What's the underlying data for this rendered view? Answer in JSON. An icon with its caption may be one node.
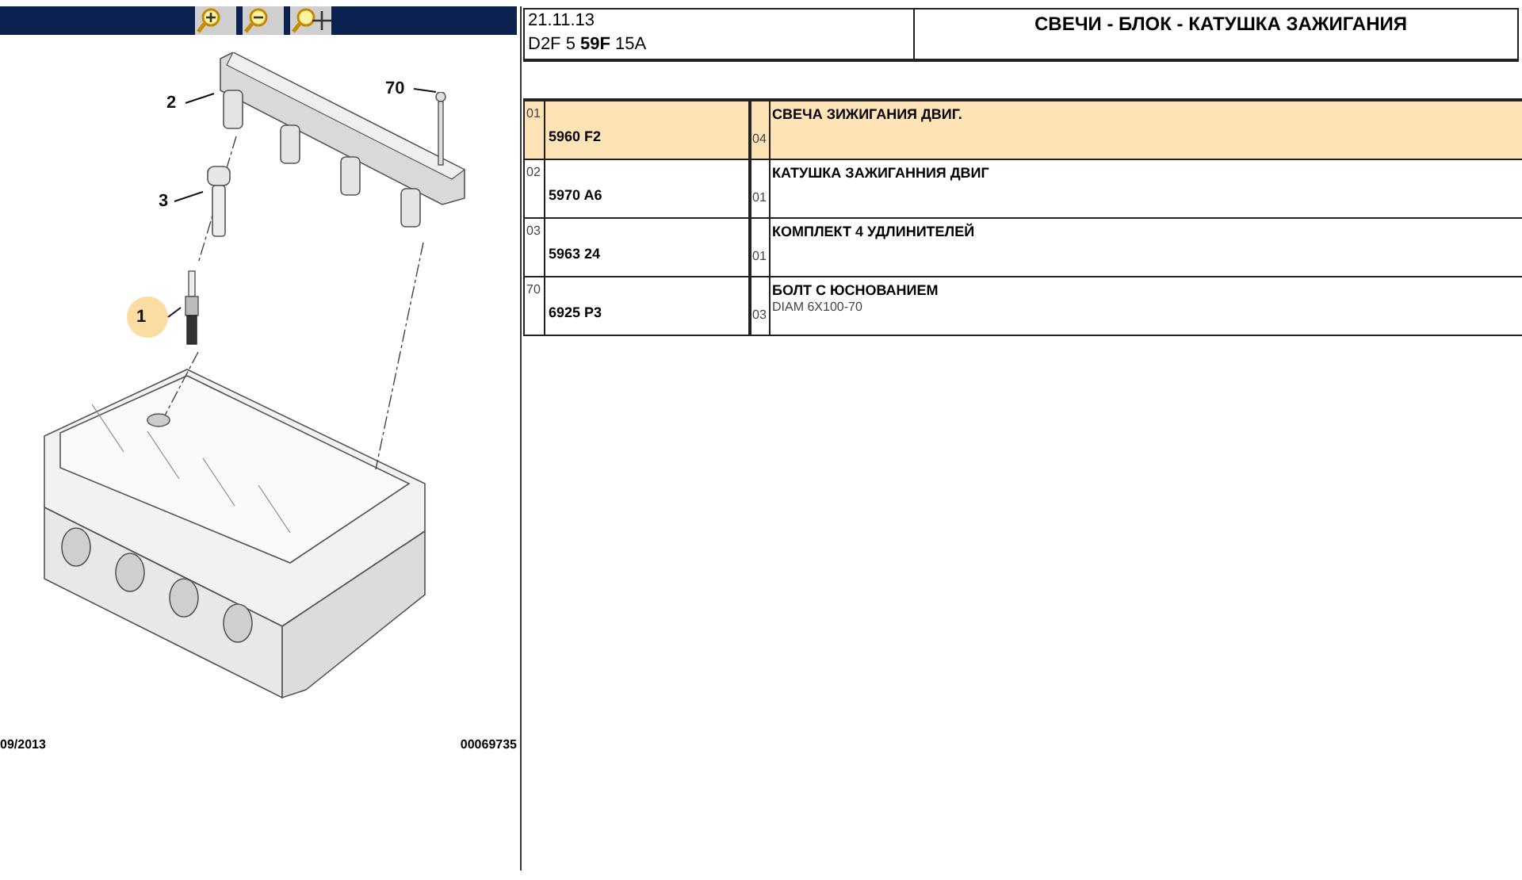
{
  "diagram": {
    "title": "СВЕЧИ - БЛОК - КАТУШКА ЗАЖИГАНИЯ",
    "nodes": [
      {
        "text": [
          "2"
        ]
      },
      {
        "text": [],
        "shape": "picture"
      },
      {
        "text": [
          "70"
        ]
      },
      {
        "text": [],
        "shape": "picture"
      },
      {
        "text": [
          "3"
        ]
      },
      {
        "text": [],
        "shape": "picture"
      },
      {
        "text": [
          "1"
        ]
      },
      {
        "text": [],
        "shape": "picture"
      }
    ],
    "edges": [
      {
        "from": 0,
        "to": 1,
        "arrow": "none"
      },
      {
        "from": 2,
        "to": 3,
        "arrow": "none"
      },
      {
        "from": 4,
        "to": 5,
        "arrow": "none"
      },
      {
        "from": 6,
        "to": 7,
        "arrow": "none"
      }
    ],
    "labels": [
      "21.11.13",
      "D2F 5 **59F** 15A",
      "01",
      "5960 F2",
      "04",
      "СВЕЧА ЗИЖИГАНИЯ ДВИГ.",
      "02",
      "5970 A6",
      "01",
      "КАТУШКА ЗАЖИГАННИЯ ДВИГ",
      "03",
      "5963 24",
      "01",
      "КОМПЛЕКТ 4 УДЛИНИТЕЛЕЙ",
      "70",
      "6925 P3",
      "03",
      "БОЛТ С ЮСНОВАНИЕМ",
      "DIAM 6X100-70",
      "09/2013",
      "00069735"
    ]
  }
}
